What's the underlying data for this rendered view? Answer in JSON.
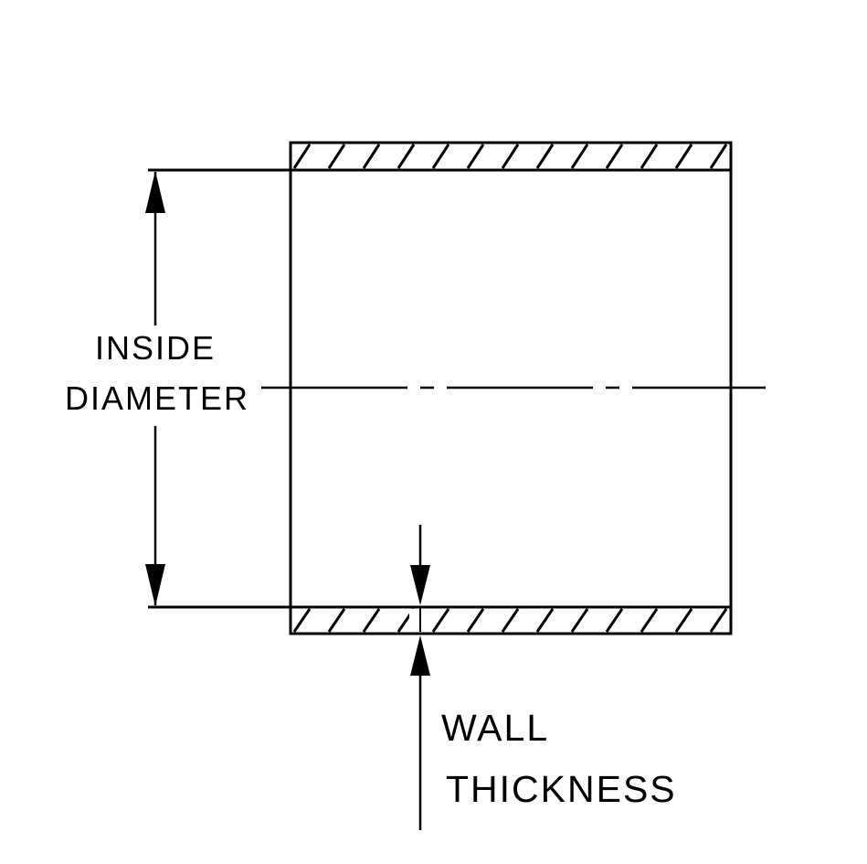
{
  "colors": {
    "line": "#000000",
    "background": "#ffffff"
  },
  "labels": {
    "inside_diameter_line1": "INSIDE",
    "inside_diameter_line2": "DIAMETER",
    "wall_thickness_line1": "WALL",
    "wall_thickness_line2": "THICKNESS"
  }
}
